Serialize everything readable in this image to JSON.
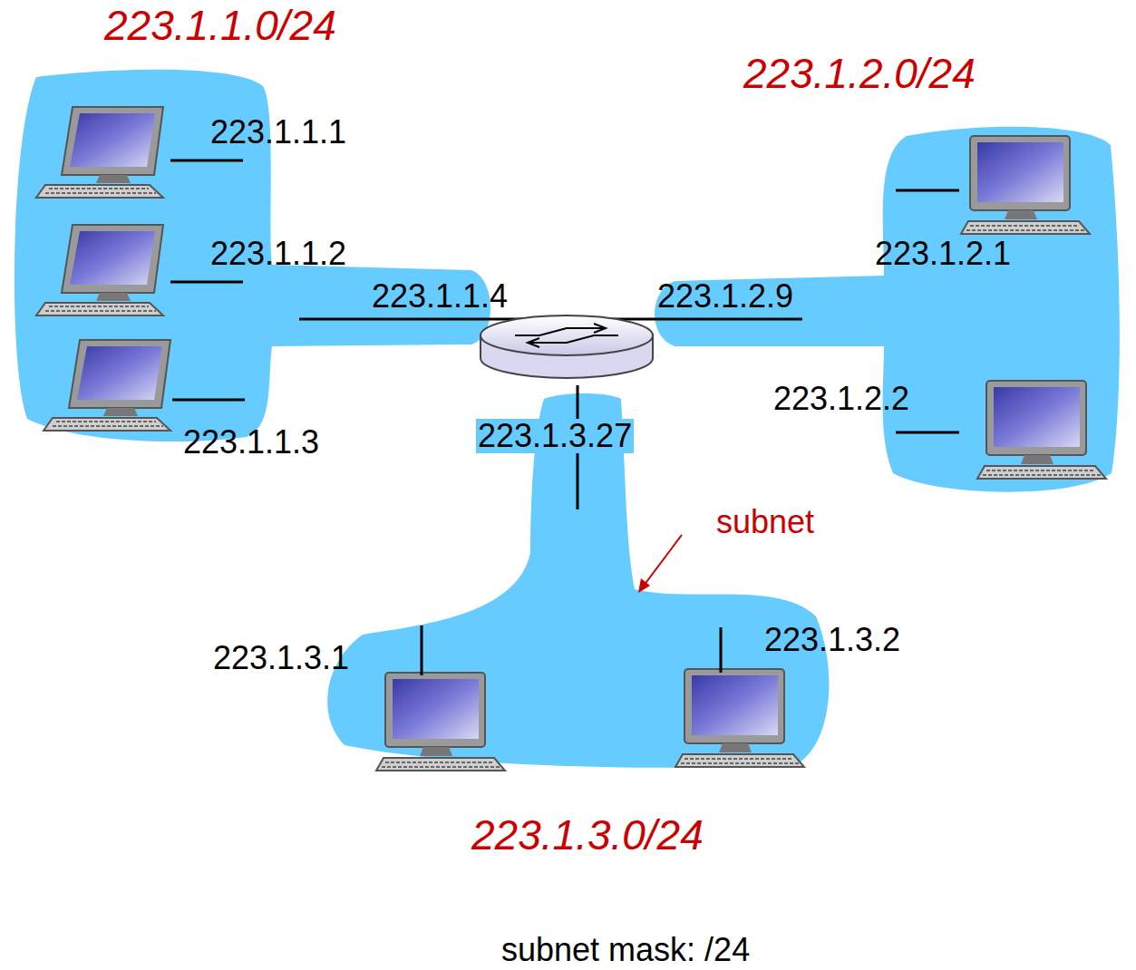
{
  "diagram": {
    "nodes": [
      {
        "text": [
          "223.1.1.0/24"
        ]
      },
      {
        "text": [
          "223.1.2.0/24"
        ]
      },
      {
        "text": [
          "223.1.3.0/24"
        ]
      }
    ],
    "labels": [
      "223.1.1.1",
      "223.1.1.2",
      "223.1.1.4",
      "223.1.2.9",
      "223.1.2.1",
      "223.1.2.2",
      "223.1.1.3",
      "223.1.3.27",
      "subnet",
      "223.1.3.1",
      "223.1.3.2",
      "subnet mask: /24"
    ]
  }
}
